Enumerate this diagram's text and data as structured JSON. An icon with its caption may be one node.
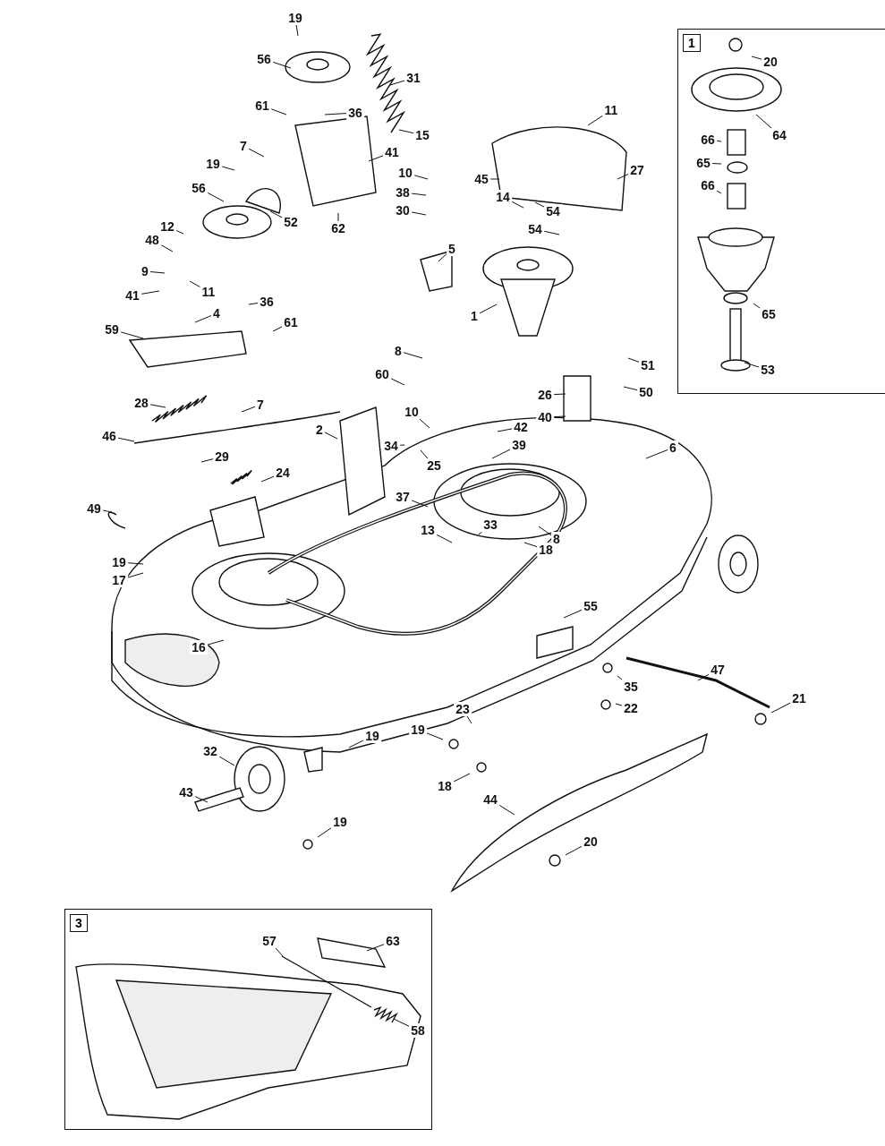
{
  "diagram": {
    "nodes": [
      {
        "text": [
          "1"
        ]
      },
      {
        "text": [
          "20"
        ],
        "in": 0
      },
      {
        "text": [
          "64"
        ],
        "in": 0
      },
      {
        "text": [
          "66"
        ],
        "in": 0
      },
      {
        "text": [
          "65"
        ],
        "in": 0
      },
      {
        "text": [
          "66"
        ],
        "in": 0
      },
      {
        "text": [
          "65"
        ],
        "in": 0
      },
      {
        "text": [
          "53"
        ],
        "in": 0
      },
      {
        "text": [
          "19"
        ]
      },
      {
        "text": [
          "56"
        ]
      },
      {
        "text": [
          "31"
        ]
      },
      {
        "text": [
          "61"
        ]
      },
      {
        "text": [
          "36"
        ]
      },
      {
        "text": [
          "15"
        ]
      },
      {
        "text": [
          "11"
        ]
      },
      {
        "text": [
          "7"
        ]
      },
      {
        "text": [
          "41"
        ]
      },
      {
        "text": [
          "19"
        ]
      },
      {
        "text": [
          "27"
        ]
      },
      {
        "text": [
          "10"
        ]
      },
      {
        "text": [
          "45"
        ]
      },
      {
        "text": [
          "56"
        ]
      },
      {
        "text": [
          "38"
        ]
      },
      {
        "text": [
          "14"
        ]
      },
      {
        "text": [
          "54"
        ]
      },
      {
        "text": [
          "30"
        ]
      },
      {
        "text": [
          "52"
        ]
      },
      {
        "text": [
          "12"
        ]
      },
      {
        "text": [
          "62"
        ]
      },
      {
        "text": [
          "54"
        ]
      },
      {
        "text": [
          "48"
        ]
      },
      {
        "text": [
          "5"
        ]
      },
      {
        "text": [
          "9"
        ]
      },
      {
        "text": [
          "11"
        ]
      },
      {
        "text": [
          "41"
        ]
      },
      {
        "text": [
          "36"
        ]
      },
      {
        "text": [
          "4"
        ]
      },
      {
        "text": [
          "1"
        ]
      },
      {
        "text": [
          "61"
        ]
      },
      {
        "text": [
          "59"
        ]
      },
      {
        "text": [
          "8"
        ]
      },
      {
        "text": [
          "51"
        ]
      },
      {
        "text": [
          "60"
        ]
      },
      {
        "text": [
          "50"
        ]
      },
      {
        "text": [
          "26"
        ]
      },
      {
        "text": [
          "28"
        ]
      },
      {
        "text": [
          "7"
        ]
      },
      {
        "text": [
          "10"
        ]
      },
      {
        "text": [
          "40"
        ]
      },
      {
        "text": [
          "42"
        ]
      },
      {
        "text": [
          "2"
        ]
      },
      {
        "text": [
          "46"
        ]
      },
      {
        "text": [
          "39"
        ]
      },
      {
        "text": [
          "34"
        ]
      },
      {
        "text": [
          "6"
        ]
      },
      {
        "text": [
          "29"
        ]
      },
      {
        "text": [
          "25"
        ]
      },
      {
        "text": [
          "24"
        ]
      },
      {
        "text": [
          "37"
        ]
      },
      {
        "text": [
          "49"
        ]
      },
      {
        "text": [
          "33"
        ]
      },
      {
        "text": [
          "13"
        ]
      },
      {
        "text": [
          "8"
        ]
      },
      {
        "text": [
          "18"
        ]
      },
      {
        "text": [
          "19"
        ]
      },
      {
        "text": [
          "17"
        ]
      },
      {
        "text": [
          "55"
        ]
      },
      {
        "text": [
          "16"
        ]
      },
      {
        "text": [
          "47"
        ]
      },
      {
        "text": [
          "35"
        ]
      },
      {
        "text": [
          "21"
        ]
      },
      {
        "text": [
          "22"
        ]
      },
      {
        "text": [
          "23"
        ]
      },
      {
        "text": [
          "19"
        ]
      },
      {
        "text": [
          "19"
        ]
      },
      {
        "text": [
          "32"
        ]
      },
      {
        "text": [
          "18"
        ]
      },
      {
        "text": [
          "43"
        ]
      },
      {
        "text": [
          "44"
        ]
      },
      {
        "text": [
          "19"
        ]
      },
      {
        "text": [
          "20"
        ]
      },
      {
        "text": [
          "3"
        ]
      },
      {
        "text": [
          "57"
        ],
        "in": 81
      },
      {
        "text": [
          "63"
        ],
        "in": 81
      },
      {
        "text": [
          "58"
        ],
        "in": 81
      }
    ],
    "edges": [
      {
        "from": 1,
        "to": null,
        "arrow": "none"
      },
      {
        "from": 2,
        "to": null,
        "arrow": "none"
      },
      {
        "from": 3,
        "to": null,
        "arrow": "none"
      },
      {
        "from": 4,
        "to": null,
        "arrow": "none"
      },
      {
        "from": 5,
        "to": null,
        "arrow": "none"
      },
      {
        "from": 6,
        "to": null,
        "arrow": "none"
      },
      {
        "from": 7,
        "to": null,
        "arrow": "none"
      },
      {
        "from": 8,
        "to": null,
        "arrow": "none"
      },
      {
        "from": 9,
        "to": null,
        "arrow": "none"
      },
      {
        "from": 10,
        "to": null,
        "arrow": "none"
      },
      {
        "from": 11,
        "to": null,
        "arrow": "none"
      },
      {
        "from": 12,
        "to": null,
        "arrow": "none"
      },
      {
        "from": 13,
        "to": null,
        "arrow": "none"
      },
      {
        "from": 14,
        "to": null,
        "arrow": "none"
      },
      {
        "from": 15,
        "to": null,
        "arrow": "none"
      },
      {
        "from": 16,
        "to": null,
        "arrow": "none"
      },
      {
        "from": 17,
        "to": null,
        "arrow": "none"
      },
      {
        "from": 18,
        "to": null,
        "arrow": "none"
      },
      {
        "from": 19,
        "to": null,
        "arrow": "none"
      },
      {
        "from": 20,
        "to": null,
        "arrow": "none"
      },
      {
        "from": 21,
        "to": null,
        "arrow": "none"
      },
      {
        "from": 22,
        "to": null,
        "arrow": "none"
      },
      {
        "from": 23,
        "to": null,
        "arrow": "none"
      },
      {
        "from": 24,
        "to": null,
        "arrow": "none"
      },
      {
        "from": 25,
        "to": null,
        "arrow": "none"
      },
      {
        "from": 26,
        "to": null,
        "arrow": "none"
      },
      {
        "from": 27,
        "to": null,
        "arrow": "none"
      },
      {
        "from": 28,
        "to": null,
        "arrow": "none"
      },
      {
        "from": 29,
        "to": null,
        "arrow": "none"
      },
      {
        "from": 30,
        "to": null,
        "arrow": "none"
      },
      {
        "from": 31,
        "to": null,
        "arrow": "none"
      },
      {
        "from": 32,
        "to": null,
        "arrow": "none"
      },
      {
        "from": 33,
        "to": null,
        "arrow": "none"
      },
      {
        "from": 34,
        "to": null,
        "arrow": "none"
      },
      {
        "from": 35,
        "to": null,
        "arrow": "none"
      },
      {
        "from": 36,
        "to": null,
        "arrow": "none"
      },
      {
        "from": 37,
        "to": null,
        "arrow": "none"
      },
      {
        "from": 38,
        "to": null,
        "arrow": "none"
      },
      {
        "from": 39,
        "to": null,
        "arrow": "none"
      },
      {
        "from": 40,
        "to": null,
        "arrow": "none"
      },
      {
        "from": 41,
        "to": null,
        "arrow": "none"
      },
      {
        "from": 42,
        "to": null,
        "arrow": "none"
      },
      {
        "from": 43,
        "to": null,
        "arrow": "none"
      },
      {
        "from": 44,
        "to": null,
        "arrow": "none"
      },
      {
        "from": 45,
        "to": null,
        "arrow": "none"
      },
      {
        "from": 46,
        "to": null,
        "arrow": "none"
      },
      {
        "from": 47,
        "to": null,
        "arrow": "none"
      },
      {
        "from": 48,
        "to": null,
        "arrow": "none"
      },
      {
        "from": 49,
        "to": null,
        "arrow": "none"
      },
      {
        "from": 50,
        "to": null,
        "arrow": "none"
      },
      {
        "from": 51,
        "to": null,
        "arrow": "none"
      },
      {
        "from": 52,
        "to": null,
        "arrow": "none"
      },
      {
        "from": 53,
        "to": null,
        "arrow": "none"
      },
      {
        "from": 54,
        "to": null,
        "arrow": "none"
      },
      {
        "from": 55,
        "to": null,
        "arrow": "none"
      },
      {
        "from": 56,
        "to": null,
        "arrow": "none"
      },
      {
        "from": 57,
        "to": null,
        "arrow": "none"
      },
      {
        "from": 58,
        "to": null,
        "arrow": "none"
      },
      {
        "from": 59,
        "to": null,
        "arrow": "none"
      },
      {
        "from": 60,
        "to": null,
        "arrow": "none"
      },
      {
        "from": 61,
        "to": null,
        "arrow": "none"
      },
      {
        "from": 62,
        "to": null,
        "arrow": "none"
      },
      {
        "from": 63,
        "to": null,
        "arrow": "none"
      },
      {
        "from": 64,
        "to": null,
        "arrow": "none"
      },
      {
        "from": 65,
        "to": null,
        "arrow": "none"
      },
      {
        "from": 66,
        "to": null,
        "arrow": "none"
      },
      {
        "from": 67,
        "to": null,
        "arrow": "none"
      },
      {
        "from": 68,
        "to": null,
        "arrow": "none"
      },
      {
        "from": 69,
        "to": null,
        "arrow": "none"
      },
      {
        "from": 70,
        "to": null,
        "arrow": "none"
      },
      {
        "from": 71,
        "to": null,
        "arrow": "none"
      },
      {
        "from": 72,
        "to": null,
        "arrow": "none"
      },
      {
        "from": 73,
        "to": null,
        "arrow": "none"
      },
      {
        "from": 74,
        "to": null,
        "arrow": "none"
      },
      {
        "from": 75,
        "to": null,
        "arrow": "none"
      },
      {
        "from": 76,
        "to": null,
        "arrow": "none"
      },
      {
        "from": 77,
        "to": null,
        "arrow": "none"
      },
      {
        "from": 78,
        "to": null,
        "arrow": "none"
      },
      {
        "from": 79,
        "to": null,
        "arrow": "none"
      },
      {
        "from": 80,
        "to": null,
        "arrow": "none"
      },
      {
        "from": 82,
        "to": null,
        "arrow": "none"
      },
      {
        "from": 83,
        "to": null,
        "arrow": "none"
      },
      {
        "from": 84,
        "to": null,
        "arrow": "none"
      }
    ]
  }
}
